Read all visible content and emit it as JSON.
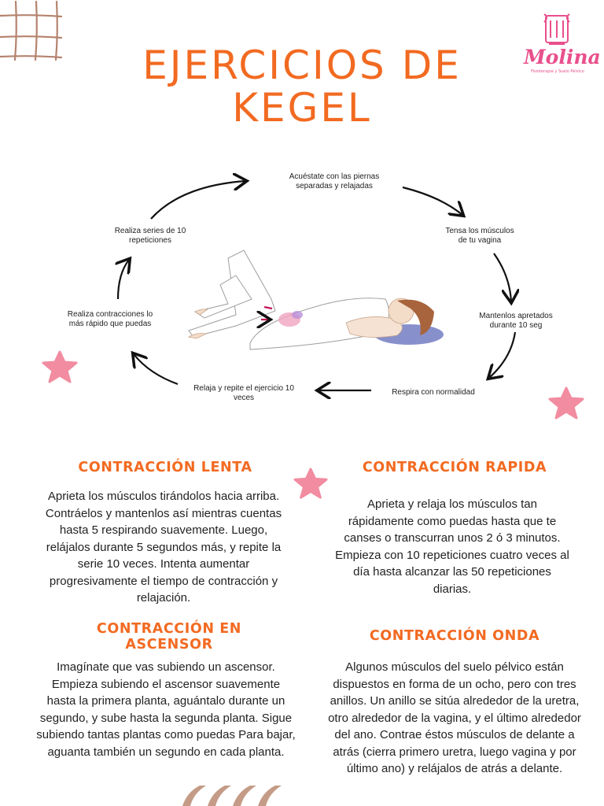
{
  "title": {
    "line1": "EJERCICIOS DE",
    "line2": "KEGEL"
  },
  "brand": {
    "name": "Molina",
    "tagline": "Fisioterapia y Suelo Pélvico"
  },
  "cycle": {
    "steps": [
      "Acuéstate con las piernas separadas y relajadas",
      "Tensa los músculos de tu vagina",
      "Mantenlos apretados durante 10 seg",
      "Respira con normalidad",
      "Relaja y repite el ejercicio 10 veces",
      "Realiza contracciones lo más rápido que puedas",
      "Realiza series de 10 repeticiones"
    ]
  },
  "sections": {
    "lenta": {
      "title": "CONTRACCIÓN LENTA",
      "body": "Aprieta los músculos tirándolos hacia arriba. Contráelos y mantenlos así mientras cuentas hasta 5 respirando suavemente. Luego, relájalos durante 5 segundos más, y repite la serie 10 veces. Intenta aumentar progresivamente el tiempo de contracción y relajación."
    },
    "rapida": {
      "title": "CONTRACCIÓN RAPIDA",
      "body": "Aprieta y relaja los músculos tan rápidamente como puedas hasta que te canses o transcurran unos 2 ó 3 minutos. Empieza con 10 repeticiones cuatro veces al día hasta alcanzar las 50 repeticiones diarias."
    },
    "ascensor": {
      "title": "CONTRACCIÓN EN ASCENSOR",
      "body": "Imagínate que vas subiendo un ascensor. Empieza subiendo el ascensor suavemente hasta la primera planta, aguántalo durante un segundo, y sube hasta la segunda planta. Sigue subiendo tantas plantas como puedas Para bajar, aguanta también un segundo en cada planta."
    },
    "onda": {
      "title": "CONTRACCIÓN ONDA",
      "body": "Algunos músculos del suelo pélvico están dispuestos en forma de un ocho, pero con tres anillos. Un anillo se sitúa alrededor de la uretra, otro alrededor de la vagina, y el último alrededor del ano. Contrae éstos músculos de delante a atrás (cierra primero uretra, luego vagina y por último ano) y relájalos de atrás a delante."
    }
  },
  "colors": {
    "title": "#f26a21",
    "brand": "#e94f8c",
    "star": "#f28ca0",
    "grid": "#b5836e",
    "stripes": "#c49b86"
  }
}
